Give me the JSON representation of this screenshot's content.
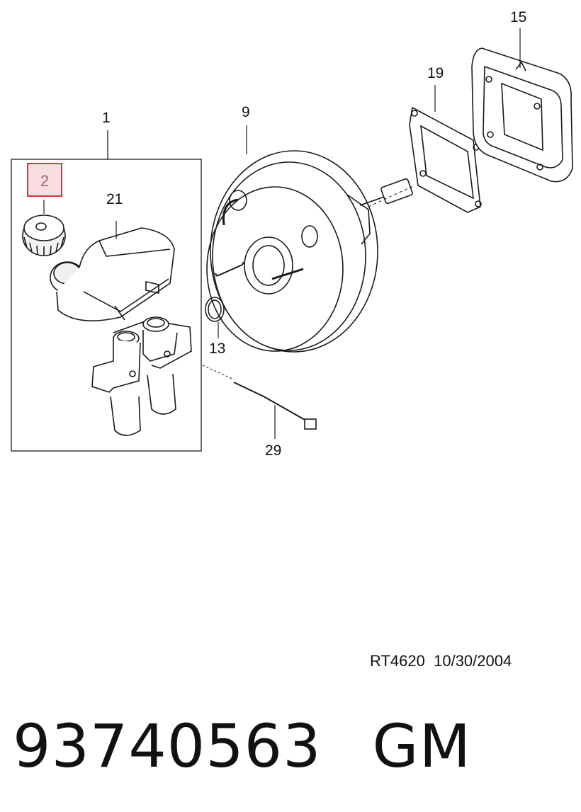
{
  "callouts": {
    "c1": "1",
    "c2": "2",
    "c9": "9",
    "c13": "13",
    "c15": "15",
    "c19": "19",
    "c21": "21",
    "c29": "29"
  },
  "highlight": {
    "color": "#e0323c",
    "fill": "#f9dde3"
  },
  "footer": {
    "drawing_code": "RT4620",
    "date": "10/30/2004",
    "part_number": "93740563",
    "brand": "GM"
  }
}
